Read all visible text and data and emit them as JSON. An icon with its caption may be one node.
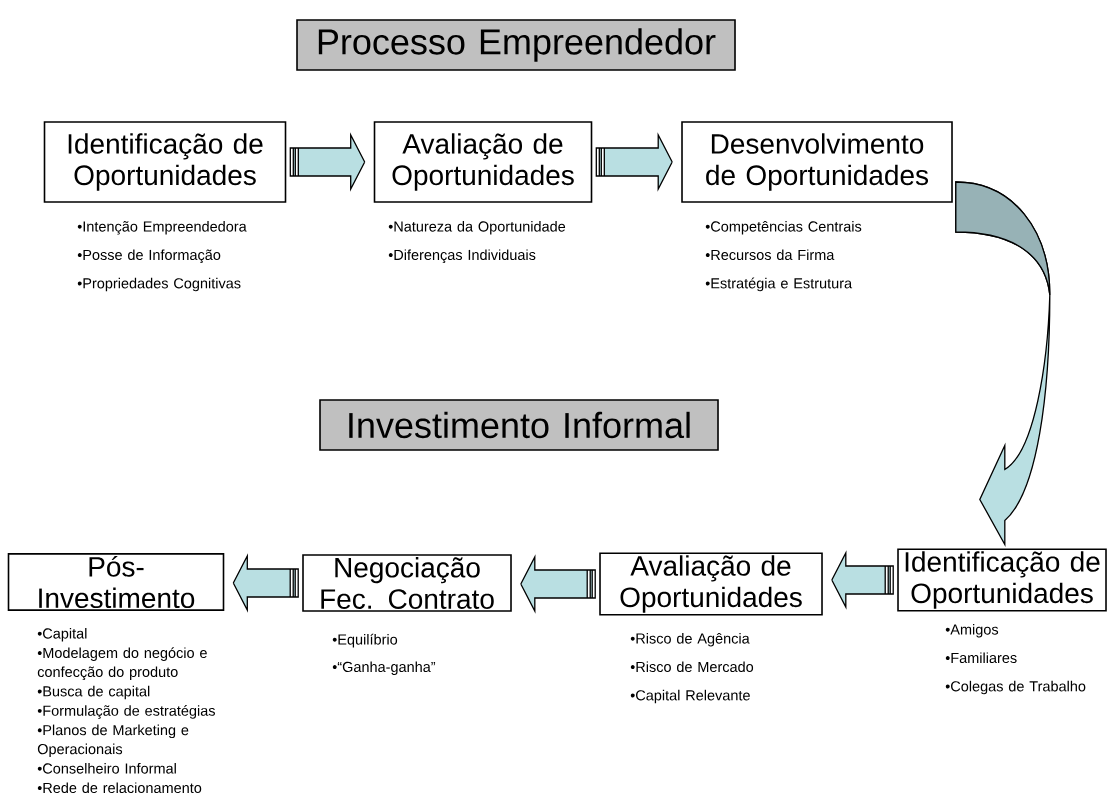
{
  "diagram": {
    "nodes": [
      {
        "text": [
          "Processo Empreendedor"
        ]
      },
      {
        "text": [
          "Identificação de Oportunidades"
        ],
        "beside": [
          "•Intenção Empreendedora",
          "•Posse de Informação",
          "•Propriedades Cognitivas"
        ]
      },
      {
        "text": [
          "Avaliação de Oportunidades"
        ],
        "beside": [
          "•Natureza da Oportunidade",
          "•Diferenças Individuais"
        ]
      },
      {
        "text": [
          "Desenvolvimento de Oportunidades"
        ],
        "beside": [
          "•Competências Centrais",
          "•Recursos da Firma",
          "•Estratégia e Estrutura"
        ]
      },
      {
        "text": [
          "Investimento Informal"
        ]
      },
      {
        "text": [
          "Pós-Investimento"
        ],
        "beside": [
          "•Capital",
          "•Modelagem do negócio e confecção do produto",
          "•Busca de capital",
          "•Formulação de estratégias",
          "•Planos de Marketing e Operacionais",
          "•Conselheiro Informal",
          "•Rede de relacionamento"
        ]
      },
      {
        "text": [
          "Negociação Fec. Contrato"
        ],
        "beside": [
          "•Equilíbrio",
          "•“Ganha-ganha”"
        ]
      },
      {
        "text": [
          "Avaliação de Oportunidades"
        ],
        "beside": [
          "•Risco de Agência",
          "•Risco de Mercado",
          "•Capital Relevante"
        ]
      },
      {
        "text": [
          "Identificação de Oportunidades"
        ],
        "beside": [
          "•Amigos",
          "•Familiares",
          "•Colegas de Trabalho"
        ]
      }
    ],
    "edges": [
      {
        "from": 1,
        "to": 2,
        "arrow": "to"
      },
      {
        "from": 2,
        "to": 3,
        "arrow": "to"
      },
      {
        "from": 3,
        "to": 8,
        "arrow": "to"
      },
      {
        "from": 8,
        "to": 7,
        "arrow": "to"
      },
      {
        "from": 7,
        "to": 6,
        "arrow": "to"
      },
      {
        "from": 6,
        "to": 5,
        "arrow": "to"
      }
    ]
  }
}
